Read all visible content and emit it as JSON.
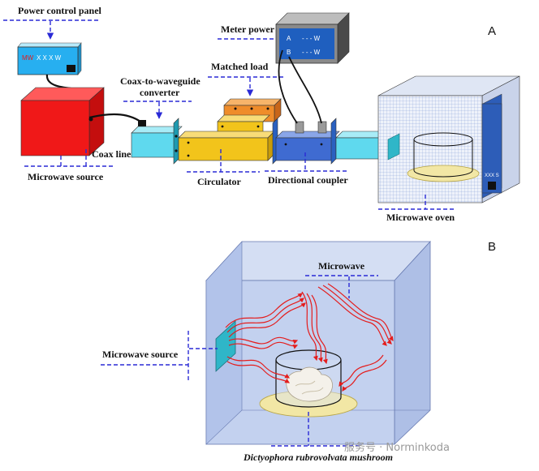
{
  "panels": {
    "a": "A",
    "b": "B"
  },
  "labels": {
    "power_control_panel": "Power control panel",
    "panel_readout_prefix": "MW",
    "panel_readout": "X X X W",
    "meter_power": "Meter power",
    "meter_line1_letter": "A",
    "meter_line1_value": "- - - W",
    "meter_line2_letter": "B",
    "meter_line2_value": "- - - W",
    "matched_load": "Matched load",
    "coax_to_waveguide_1": "Coax-to-waveguide",
    "coax_to_waveguide_2": "converter",
    "coax_line": "Coax line",
    "microwave_source_a": "Microwave source",
    "circulator": "Circulator",
    "directional_coupler": "Directional coupler",
    "oven_display": "XXX S",
    "microwave_oven": "Microwave oven",
    "microwave": "Microwave",
    "microwave_source_b": "Microwave source",
    "mushroom": "Dictyophora rubrovolvata mushroom"
  },
  "watermark": "服务号 · Norminkoda",
  "colors": {
    "source_red": "#f01818",
    "waveguide_cyan": "#5fd9ee",
    "circulator_yellow": "#f2c41b",
    "coupler_blue": "#3f6bd1",
    "load_orange": "#ef8c2a",
    "oven_blue": "#b9c9ea",
    "leader_dash": "#2a2ad6",
    "wave_red": "#e41d1d"
  }
}
